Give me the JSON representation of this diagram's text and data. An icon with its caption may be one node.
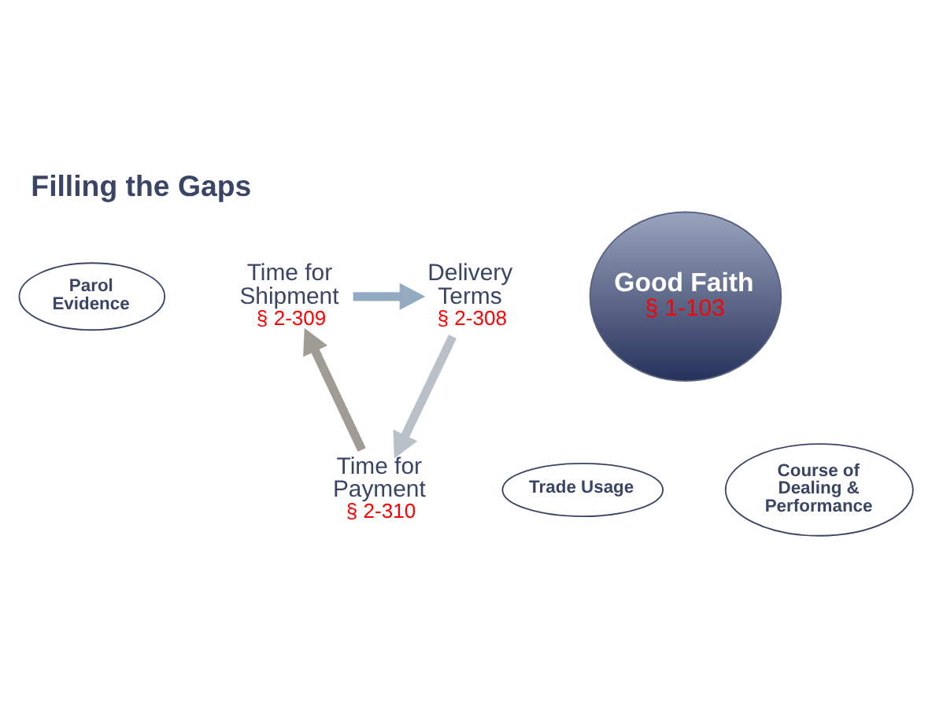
{
  "diagram": {
    "title": "Filling the Gaps",
    "nodes": [
      {
        "text": [
          "Parol Evidence"
        ]
      },
      {
        "text": [
          "Time for Shipment",
          "§ 2-309"
        ]
      },
      {
        "text": [
          "Good Faith",
          "§ 1-103"
        ]
      },
      {
        "text": [
          "Delivery Terms",
          "§ 2-308"
        ]
      },
      {
        "text": [
          "Trade Usage"
        ]
      },
      {
        "text": [
          "Course of Dealing & Performance"
        ]
      },
      {
        "text": [
          "Time for Payment",
          "§ 2-310"
        ]
      }
    ],
    "edges": [
      {
        "from": 1,
        "to": 3,
        "arrow": "to",
        "color": "#93abc2"
      },
      {
        "from": 3,
        "to": 6,
        "arrow": "to",
        "color": "#b9c0c7"
      },
      {
        "from": 6,
        "to": 1,
        "arrow": "to",
        "color": "#a19b95"
      }
    ]
  }
}
